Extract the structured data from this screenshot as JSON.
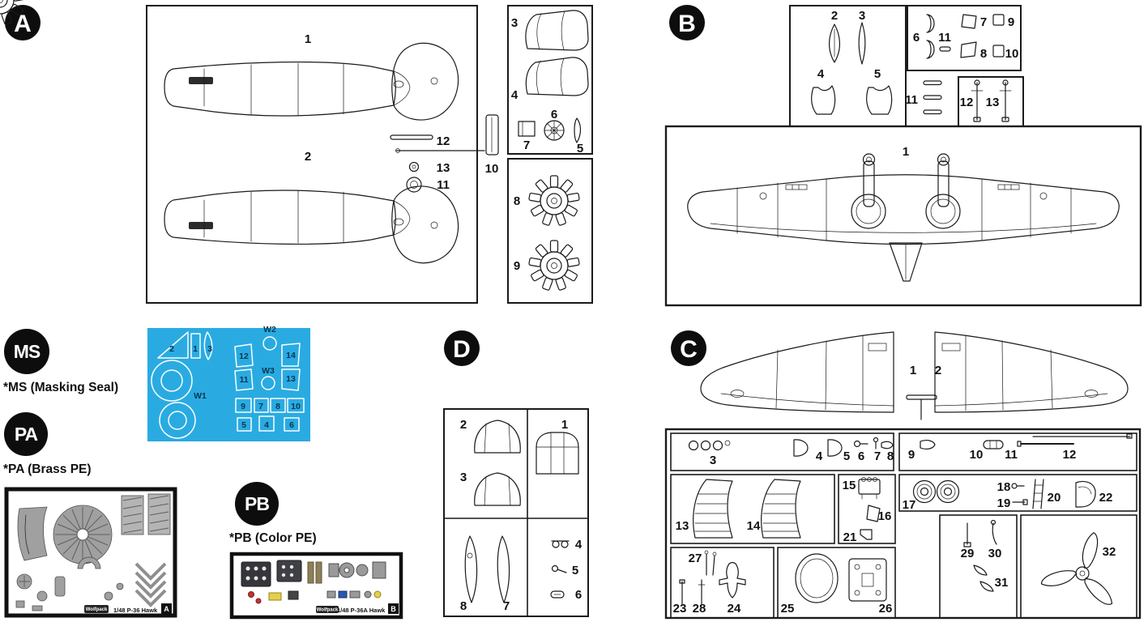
{
  "colors": {
    "line": "#1a1a1a",
    "mask_blue": "#29abe2",
    "pe_gray": "#a0a0a0",
    "badge_bg": "#0d0d0d",
    "badge_text": "#ffffff"
  },
  "sprue_a": {
    "badge": "A",
    "labels": {
      "1": "1",
      "2": "2",
      "3": "3",
      "4": "4",
      "5": "5",
      "6": "6",
      "7": "7",
      "8": "8",
      "9": "9",
      "10": "10",
      "11": "11",
      "12": "12",
      "13": "13"
    }
  },
  "sprue_b": {
    "badge": "B",
    "labels": {
      "1": "1",
      "2": "2",
      "3": "3",
      "4": "4",
      "5": "5",
      "6": "6",
      "7": "7",
      "8": "8",
      "9": "9",
      "10": "10",
      "11": "11",
      "12": "12",
      "13": "13"
    }
  },
  "sprue_c": {
    "badge": "C",
    "labels": {
      "1": "1",
      "2": "2",
      "3": "3",
      "4": "4",
      "5": "5",
      "6": "6",
      "7": "7",
      "8": "8",
      "9": "9",
      "10": "10",
      "11": "11",
      "12": "12",
      "13": "13",
      "14": "14",
      "15": "15",
      "16": "16",
      "17": "17",
      "18": "18",
      "19": "19",
      "20": "20",
      "21": "21",
      "22": "22",
      "23": "23",
      "24": "24",
      "25": "25",
      "26": "26",
      "27": "27",
      "28": "28",
      "29": "29",
      "30": "30",
      "31": "31",
      "32": "32"
    }
  },
  "sprue_d": {
    "badge": "D",
    "labels": {
      "1": "1",
      "2": "2",
      "3": "3",
      "4": "4",
      "5": "5",
      "6": "6",
      "7": "7",
      "8": "8"
    }
  },
  "masking": {
    "badge": "MS",
    "caption": "*MS (Masking Seal)",
    "labels": {
      "w1": "W1",
      "w2": "W2",
      "w3": "W3",
      "1": "1",
      "2": "2",
      "3": "3",
      "4": "4",
      "5": "5",
      "6": "6",
      "7": "7",
      "8": "8",
      "9": "9",
      "10": "10",
      "11": "11",
      "12": "12",
      "13": "13",
      "14": "14"
    }
  },
  "brass_pe": {
    "badge": "PA",
    "caption": "*PA (Brass PE)",
    "fret_title": "1/48 P-36 Hawk",
    "fret_letter": "A",
    "brand": "Wolfpack"
  },
  "color_pe": {
    "badge": "PB",
    "caption": "*PB (Color PE)",
    "fret_title": "1/48 P-36A Hawk",
    "fret_letter": "B",
    "brand": "Wolfpack"
  }
}
